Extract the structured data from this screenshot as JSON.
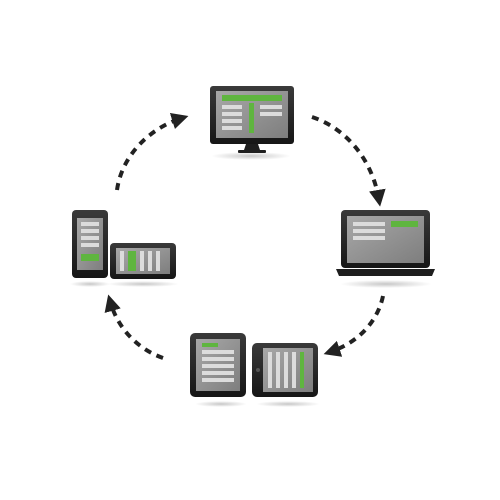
{
  "diagram": {
    "nodes": [
      {
        "id": "desktop-monitor",
        "icon": "desktop-monitor-icon"
      },
      {
        "id": "laptop",
        "icon": "laptop-icon"
      },
      {
        "id": "tablets",
        "icon": "tablet-pair-icon"
      },
      {
        "id": "phones",
        "icon": "phone-pair-icon"
      }
    ],
    "flow": [
      {
        "from": "desktop-monitor",
        "to": "laptop",
        "style": "dashed-arrow"
      },
      {
        "from": "laptop",
        "to": "tablets",
        "style": "dashed-arrow"
      },
      {
        "from": "tablets",
        "to": "phones",
        "style": "dashed-arrow"
      },
      {
        "from": "phones",
        "to": "desktop-monitor",
        "style": "dashed-arrow"
      }
    ],
    "direction": "clockwise"
  },
  "colors": {
    "device_body": "#262626",
    "screen": "#9a9a9a",
    "content_block": "#dcdcdc",
    "accent": "#5fb53f",
    "arrow": "#222222",
    "background": "#ffffff"
  }
}
